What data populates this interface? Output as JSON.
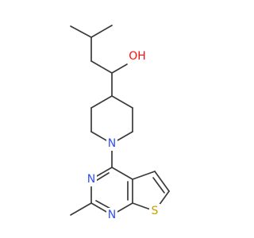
{
  "structure": {
    "atoms": {
      "oh": {
        "symbol": "OH",
        "color": "#ff0d0d"
      },
      "n_piperidine": {
        "symbol": "N",
        "color": "#3050f8"
      },
      "n3": {
        "symbol": "N",
        "color": "#3050f8"
      },
      "n1": {
        "symbol": "N",
        "color": "#3050f8"
      },
      "s": {
        "symbol": "S",
        "color": "#c8a000"
      }
    },
    "bond_color": "#3a3a3a"
  }
}
